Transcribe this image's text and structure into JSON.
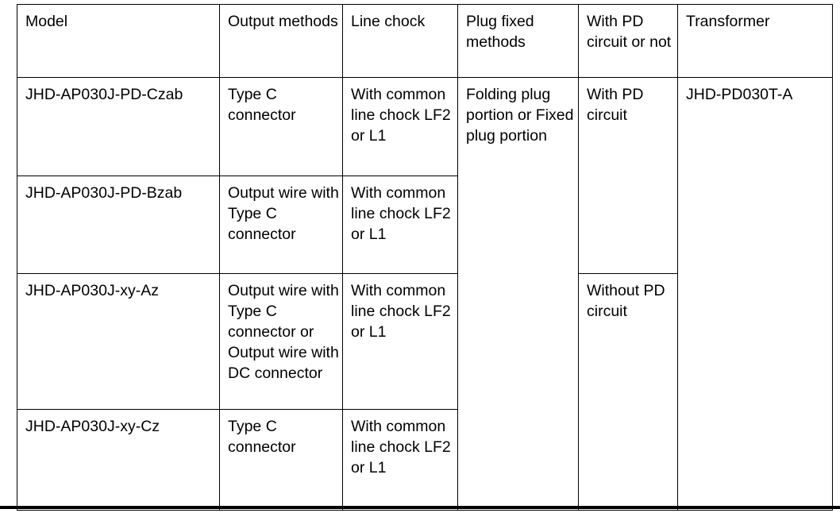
{
  "document": {
    "type": "specification-table",
    "colors": {
      "text": "#000000",
      "border": "#000000",
      "background": "#ffffff"
    }
  },
  "table": {
    "headers": [
      "Model",
      "Output methods",
      "Line chock",
      "Plug fixed methods",
      "With PD circuit or not",
      "Transformer"
    ],
    "rows": [
      {
        "model": "JHD-AP030J-PD-Czab",
        "output_methods": "Type C connector",
        "line_chock": "With common line chock LF2 or L1",
        "plug_fixed_methods": "Folding plug portion or Fixed plug portion",
        "pd_circuit": "With PD circuit",
        "transformer": "JHD-PD030T-A"
      },
      {
        "model": "JHD-AP030J-PD-Bzab",
        "output_methods": "Output wire with Type C connector",
        "line_chock": "With common line chock LF2 or L1"
      },
      {
        "model": "JHD-AP030J-xy-Az",
        "output_methods": "Output wire with Type C connector or Output wire with DC connector",
        "line_chock": "With common line chock LF2 or L1",
        "pd_circuit": "Without PD circuit"
      },
      {
        "model": "JHD-AP030J-xy-Cz",
        "output_methods": "Type C connector",
        "line_chock": "With common line chock LF2 or L1"
      }
    ]
  }
}
